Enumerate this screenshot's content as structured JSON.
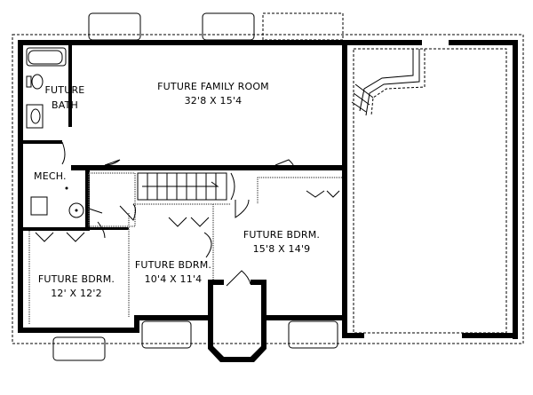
{
  "plan": {
    "rooms": [
      {
        "name": "FUTURE FAMILY ROOM",
        "size": "32'8 X 15'4"
      },
      {
        "name": "FUTURE",
        "size": "BATH"
      },
      {
        "name": "MECH."
      },
      {
        "name": "FUTURE BDRM.",
        "size": "15'8 X 14'9"
      },
      {
        "name": "FUTURE BDRM.",
        "size": "10'4 X 11'4"
      },
      {
        "name": "FUTURE BDRM.",
        "size": "12' X 12'2"
      }
    ]
  }
}
